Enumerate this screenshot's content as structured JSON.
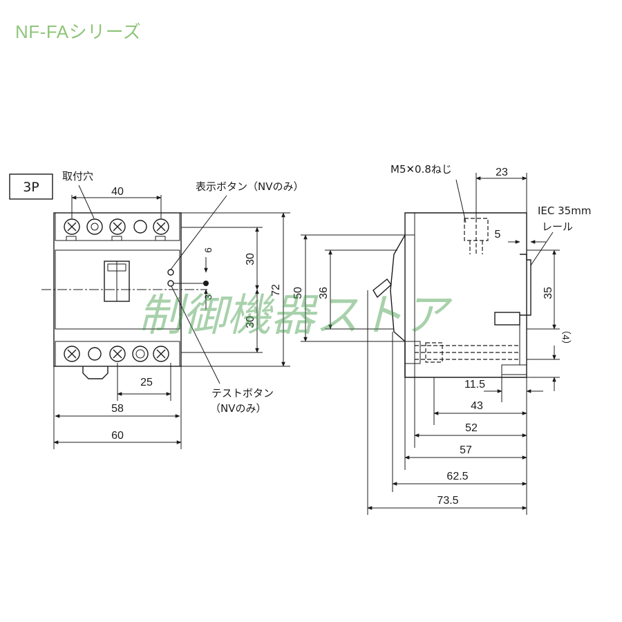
{
  "header": {
    "series_title": "NF-FAシリーズ"
  },
  "pole_box": {
    "label": "3P"
  },
  "front_view": {
    "mounting_hole_label": "取付穴",
    "indicator_button_label": "表示ボタン（NVのみ）",
    "test_button_label_line1": "テストボタン",
    "test_button_label_line2": "（NVのみ）",
    "dims": {
      "hole_pitch": "40",
      "terminal_pitch": "25",
      "inner_width": "58",
      "width": "60",
      "upper_half": "30",
      "lower_half": "30",
      "button_gap": "6",
      "button_offset": "3",
      "height_inner": "50",
      "height_total": "72"
    }
  },
  "side_view": {
    "screw_label": "M5✕0.8ねじ",
    "rail_label_line1": "IEC 35mm",
    "rail_label_line2": "レール",
    "dims": {
      "top_offset": "23",
      "screw_offset": "5",
      "rail_height": "35",
      "rail_gap": "（4）",
      "handle_height": "36",
      "d_11_5": "11.5",
      "d_43": "43",
      "d_52": "52",
      "d_57": "57",
      "d_62_5": "62.5",
      "d_73_5": "73.5"
    }
  },
  "watermark": {
    "text": "制御機器ストア"
  }
}
